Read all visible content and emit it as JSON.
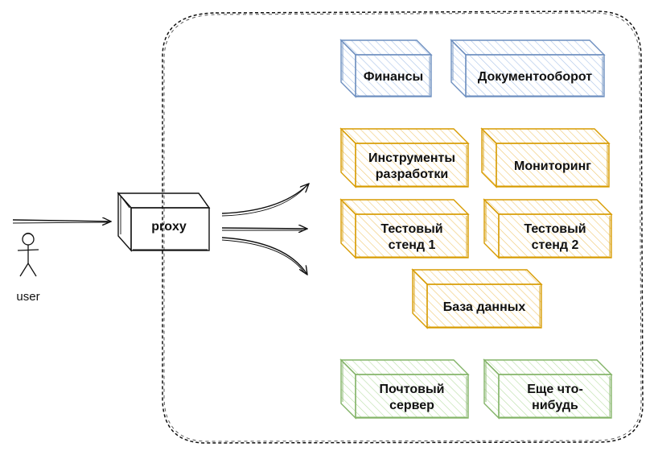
{
  "colors": {
    "blue": "#6c8ebf",
    "blue_hatch": "#a9c3e8",
    "orange": "#d79b00",
    "orange_hatch": "#f0c870",
    "green": "#82b366",
    "green_hatch": "#b9dea5",
    "ink": "#111111"
  },
  "actor": {
    "label": "user",
    "icon": "stick-figure-icon"
  },
  "proxy": {
    "label": "proxy"
  },
  "services": [
    {
      "id": "finance",
      "lines": [
        "Финансы"
      ],
      "color": "blue"
    },
    {
      "id": "docflow",
      "lines": [
        "Документооборот"
      ],
      "color": "blue"
    },
    {
      "id": "devtools",
      "lines": [
        "Инструменты",
        "разработки"
      ],
      "color": "orange"
    },
    {
      "id": "monitoring",
      "lines": [
        "Мониторинг"
      ],
      "color": "orange"
    },
    {
      "id": "teststand1",
      "lines": [
        "Тестовый",
        "стенд 1"
      ],
      "color": "orange"
    },
    {
      "id": "teststand2",
      "lines": [
        "Тестовый",
        "стенд 2"
      ],
      "color": "orange"
    },
    {
      "id": "database",
      "lines": [
        "База данных"
      ],
      "color": "orange"
    },
    {
      "id": "mailserver",
      "lines": [
        "Почтовый",
        "сервер"
      ],
      "color": "green"
    },
    {
      "id": "other",
      "lines": [
        "Еще что-",
        "нибудь"
      ],
      "color": "green"
    }
  ]
}
